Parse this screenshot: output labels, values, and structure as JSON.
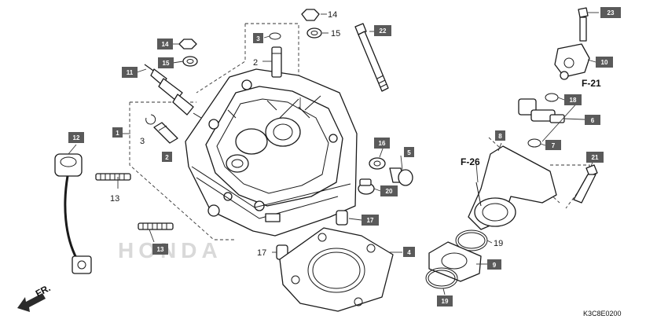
{
  "diagram": {
    "code": "K3C8E0200",
    "direction_label": "FR.",
    "watermark": "HONDA",
    "refs": {
      "f21": "F-21",
      "f26": "F-26"
    },
    "callouts": {
      "c1": "1",
      "c2": "2",
      "c3": "3",
      "c4": "4",
      "c5": "5",
      "c6": "6",
      "c7": "7",
      "c8": "8",
      "c9": "9",
      "c10": "10",
      "c11": "11",
      "c12": "12",
      "c13": "13",
      "c14": "14",
      "c15": "15",
      "c16": "16",
      "c17": "17",
      "c18": "18",
      "c19": "19",
      "c20": "20",
      "c21": "21",
      "c22": "22",
      "c23": "23"
    }
  }
}
